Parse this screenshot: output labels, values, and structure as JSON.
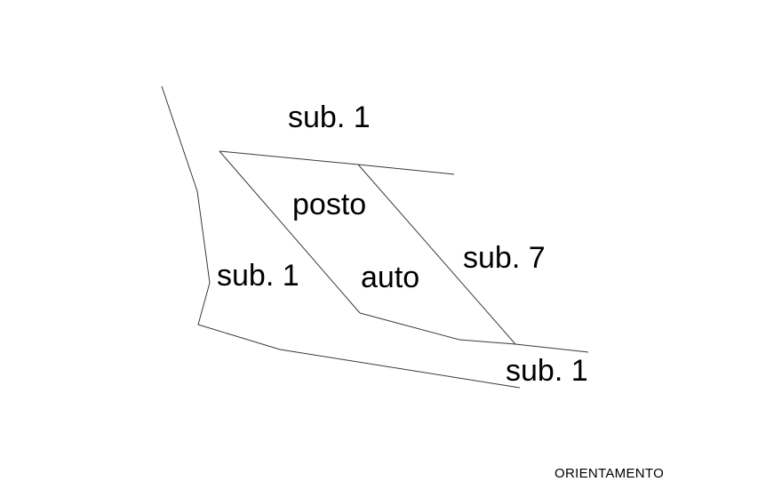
{
  "labels": {
    "sub_1_top": "sub. 1",
    "posto": "posto",
    "sub_7": "sub. 7",
    "sub_1_left": "sub. 1",
    "auto": "auto",
    "sub_1_bottom": "sub. 1"
  },
  "footer": {
    "orientation": "ORIENTAMENTO"
  },
  "colors": {
    "line": "#3a3a3a",
    "text": "#000000",
    "background": "#ffffff"
  }
}
